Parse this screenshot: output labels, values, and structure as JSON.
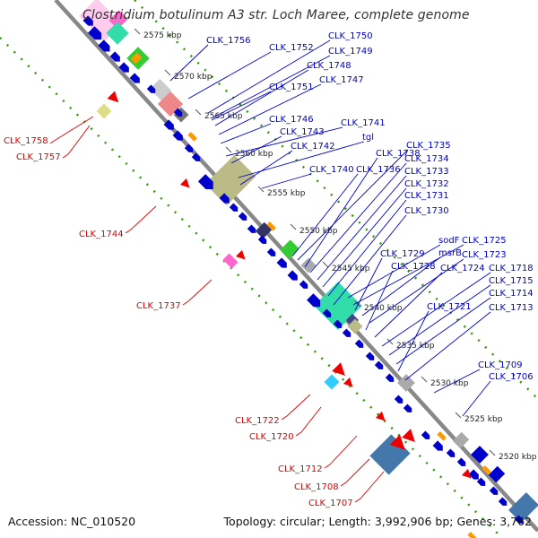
{
  "title": "Clostridium botulinum A3 str. Loch Maree, complete genome",
  "footer": {
    "accession_label": "Accession:",
    "accession": "NC_010520",
    "topology_label": "Topology:",
    "topology": "circular",
    "length_label": "Length:",
    "length": "3,992,906 bp",
    "genes_label": "Genes:",
    "genes": "3,762"
  },
  "colors": {
    "backbone": "#888888",
    "forward_gene": "#0000cc",
    "reverse_gene": "#ee0000",
    "label_forward": "#0000cc",
    "label_reverse": "#dd0000",
    "dotted_track": "#339900",
    "gc_track": "#aaaa66",
    "feature_green": "#33cc33",
    "feature_teal": "#33ddaa",
    "feature_pink": "#ff66cc",
    "feature_orange": "#ff9900",
    "feature_gray": "#aaaaaa",
    "feature_steelblue": "#4477aa"
  },
  "scale_ticks": [
    {
      "label": "2575 kbp"
    },
    {
      "label": "2570 kbp"
    },
    {
      "label": "2565 kbp"
    },
    {
      "label": "2560 kbp"
    },
    {
      "label": "2555 kbp"
    },
    {
      "label": "2550 kbp"
    },
    {
      "label": "2545 kbp"
    },
    {
      "label": "2540 kbp"
    },
    {
      "label": "2535 kbp"
    },
    {
      "label": "2530 kbp"
    },
    {
      "label": "2525 kbp"
    },
    {
      "label": "2520 kbp"
    }
  ],
  "forward_labels": [
    "CLK_1756",
    "CLK_1752",
    "CLK_1750",
    "CLK_1749",
    "CLK_1748",
    "CLK_1751",
    "CLK_1747",
    "CLK_1746",
    "CLK_1741",
    "CLK_1743",
    "tgl",
    "CLK_1742",
    "CLK_1735",
    "CLK_1738",
    "CLK_1734",
    "CLK_1740",
    "CLK_1736",
    "CLK_1733",
    "CLK_1732",
    "CLK_1731",
    "CLK_1730",
    "sodF",
    "CLK_1725",
    "CLK_1729",
    "msrB",
    "CLK_1723",
    "CLK_1728",
    "CLK_1724",
    "CLK_1718",
    "CLK_1715",
    "CLK_1714",
    "CLK_1721",
    "CLK_1713",
    "CLK_1709",
    "CLK_1706"
  ],
  "reverse_labels": [
    "CLK_1758",
    "CLK_1757",
    "CLK_1744",
    "CLK_1737",
    "CLK_1722",
    "CLK_1720",
    "CLK_1712",
    "CLK_1708",
    "CLK_1707"
  ]
}
